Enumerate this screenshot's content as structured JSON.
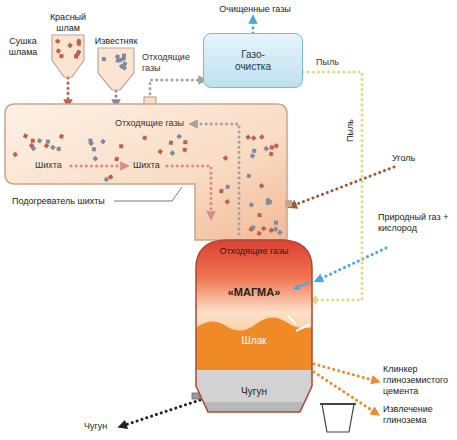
{
  "diagram": {
    "nodes": [
      {
        "text": [
          "Красный шлам"
        ]
      },
      {
        "text": [
          "Известняк"
        ]
      },
      {
        "text": [
          "Газо-очистка"
        ]
      },
      {
        "text": [
          "Отходящие газы",
          "Шихта",
          "Шихта"
        ]
      },
      {
        "text": [
          "Отходящие газы",
          "«МАГМА»",
          "Шлак",
          "Чугун"
        ]
      }
    ],
    "edges": [
      {
        "from": 0,
        "to": 3,
        "arrow": "to"
      },
      {
        "from": 1,
        "to": 3,
        "arrow": "to"
      },
      {
        "from": 3,
        "to": 2,
        "label": "Отходящие газы",
        "arrow": "to"
      },
      {
        "from": 2,
        "to": 4,
        "label": "Пыль",
        "arrow": "to"
      }
    ],
    "labels": [
      "Очищенные газы",
      "Сушка шлама",
      "Подогреватель шихты",
      "Уголь",
      "Пыль",
      "Природный газ + кислород",
      "Чугун",
      "Клинкер глиноземистого цемента",
      "Извлечение глинозема"
    ]
  }
}
